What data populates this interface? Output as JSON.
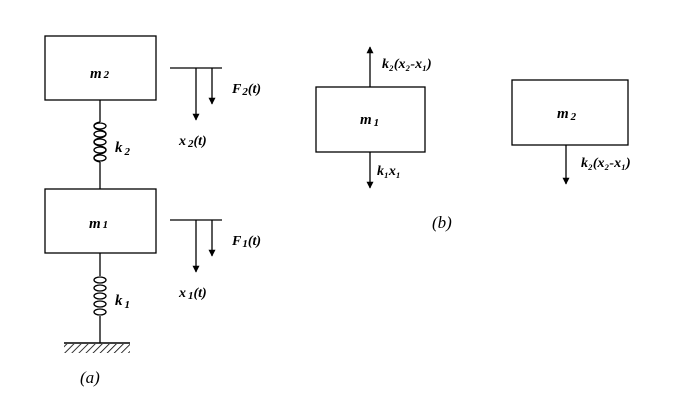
{
  "figure_a": {
    "mass_top": {
      "symbol": "m",
      "sub": "2"
    },
    "mass_bottom": {
      "symbol": "m",
      "sub": "1"
    },
    "spring_top": {
      "symbol": "k",
      "sub": "2"
    },
    "spring_bottom": {
      "symbol": "k",
      "sub": "1"
    },
    "force_top": {
      "symbol": "F",
      "sub": "2",
      "tail": "(t)"
    },
    "force_bottom": {
      "symbol": "F",
      "sub": "1",
      "tail": "(t)"
    },
    "disp_top": {
      "symbol": "x",
      "sub": "2",
      "tail": "(t)"
    },
    "disp_bottom": {
      "symbol": "x",
      "sub": "1",
      "tail": "(t)"
    },
    "caption": "(a)"
  },
  "figure_b": {
    "fbd_m1": {
      "mass": {
        "symbol": "m",
        "sub": "1"
      },
      "up_force": "k₂(x₂-x₁)",
      "down_force": "k₁x₁"
    },
    "fbd_m2": {
      "mass": {
        "symbol": "m",
        "sub": "2"
      },
      "down_force": "k₂(x₂-x₁)"
    },
    "caption": "(b)"
  }
}
